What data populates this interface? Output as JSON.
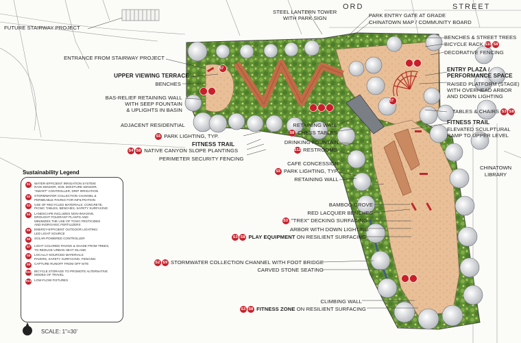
{
  "streets": {
    "ord": "ORD",
    "street": "STREET"
  },
  "left_callouts": {
    "future_stairway": "FUTURE STAIRWAY PROJECT",
    "entrance": "ENTRANCE FROM STAIRWAY PROJECT",
    "upper_terrace": "UPPER VIEWING TERRACE",
    "benches": "BENCHES",
    "bas_relief_1": "BAS-RELIEF RETAINING WALL",
    "bas_relief_2": "WITH SEEP FOUNTAIN",
    "bas_relief_3": "& UPLIGHTS IN BASIN",
    "adjacent": "ADJACENT RESIDENTIAL",
    "park_lighting": "PARK LIGHTING, TYP.",
    "fitness_trail": "FITNESS TRAIL",
    "native_canyon": "NATIVE CANYON SLOPE PLANTINGS",
    "perimeter": "PERIMETER SECURITY FENCING"
  },
  "top_callouts": {
    "lantern_1": "STEEL LANTERN TOWER",
    "lantern_2": "WITH PARK SIGN",
    "gate": "PARK ENTRY GATE AT GRADE",
    "map": "CHINATOWN MAP / COMMUNITY BOARD"
  },
  "right_callouts": {
    "benches_trees": "BENCHES & STREET TREES",
    "bicycle_rack": "BICYCLE RACK",
    "decorative_fencing": "DECORATIVE FENCING",
    "entry_plaza_1": "ENTRY PLAZA /",
    "entry_plaza_2": "PERFORMANCE SPACE",
    "raised_1": "RAISED PLATFORM (STAGE)",
    "raised_2": "WITH OVERHEAD ARBOR",
    "raised_3": "AND DOWN LIGHTING",
    "tables_chairs": "TABLES & CHAIRS",
    "fitness_trail_r": "FITNESS TRAIL",
    "ramp_1": "ELEVATED SCULPTURAL",
    "ramp_2": "RAMP TO UPPER LEVEL",
    "library_1": "CHINATOWN",
    "library_2": "LIBRARY"
  },
  "middle_callouts": {
    "retaining_wall": "RETAINING WALL",
    "chess_tables": "CHESS TABLES",
    "drinking_fountain": "DRINKING FOUNTAIN",
    "restrooms": "RESTROOMS",
    "cafe": "CAFE CONCESSION",
    "park_lighting": "PARK LIGHTING, TYP.",
    "retaining_wall_2": "RETAINING WALL",
    "bamboo": "BAMBOO GROVE",
    "lacquer": "RED LACQUER BENCHES",
    "trex": "\"TREX\" DECKING SURFACING",
    "arbor": "ARBOR WITH DOWN LIGHTING",
    "play_bold": "PLAY EQUIPMENT",
    "play_rest": " ON RESILIENT SURFACING",
    "stormwater": "STORMWATER COLLECTION CHANNEL WITH FOOT BRIDGE",
    "carved": "CARVED STONE SEATING",
    "climbing": "CLIMBING WALL",
    "fitness_bold": "FITNESS ZONE",
    "fitness_rest": " ON RESILIENT SURFACING"
  },
  "badges": {
    "s1": "S1",
    "s2": "S2",
    "s3": "S3",
    "s4": "S4",
    "s5": "S5",
    "s6": "S6",
    "s7": "S7",
    "s8": "S8",
    "s9": "S9",
    "s10": "S10",
    "s11": "S11"
  },
  "legend": {
    "title": "Sustainability Legend",
    "items": [
      {
        "code": "S1",
        "text": "WATER-EFFICIENT IRRIGATION SYSTEM:\nRAIN SENSOR, SOIL MOISTURE SENSOR,\n\"SMART\" CONTROLLER, DRIP IRRIGATION"
      },
      {
        "code": "S2",
        "text": "STORMWATER COLLECTION CHANNEL &\nPERMEABLE PAVING FOR INFILTRATION"
      },
      {
        "code": "S3",
        "text": "USE OF RECYCLED MATERIALS: CONCRETE,\nPICNIC TABLES, BENCHES, SAFETY SURFACING"
      },
      {
        "code": "S4",
        "text": "LANDSCAPE INCLUDES NON-INVASIVE,\nDROUGHT-TOLERANT PLANTS AND\nMINIMIZES THE USE OF TOXIC PESTICIDES\nAND INORGANIC FERTILIZERS"
      },
      {
        "code": "S5",
        "text": "ENERGY-EFFICIENT OUTDOOR LIGHTING:\nLED LIGHT SOURCE"
      },
      {
        "code": "S6",
        "text": "SOLAR-POWERED CONTROLLER"
      },
      {
        "code": "S7",
        "text": "LIGHT COLORED PAVING & SHADE FROM TREES,\nTO REDUCE URBAN HEAT ISLAND"
      },
      {
        "code": "S8",
        "text": "LOCALLY-SOURCED MATERIALS:\nPAVERS, SAFETY SURFACING, FENCING"
      },
      {
        "code": "S9",
        "text": "CAPTURE RUNOFF FROM OFF-SITE"
      },
      {
        "code": "S10",
        "text": "BICYCLE STORAGE TO PROMOTE ALTERNATIVE\nMODES OF TRAVEL"
      },
      {
        "code": "S11",
        "text": "LOW-FLOW FIXTURES"
      }
    ]
  },
  "scale": "SCALE:  1\"=30'",
  "colors": {
    "badge": "#c8202a",
    "vegetation": "#6f9a3c",
    "paving": "#e2b58d",
    "ramp": "#c36b47"
  }
}
